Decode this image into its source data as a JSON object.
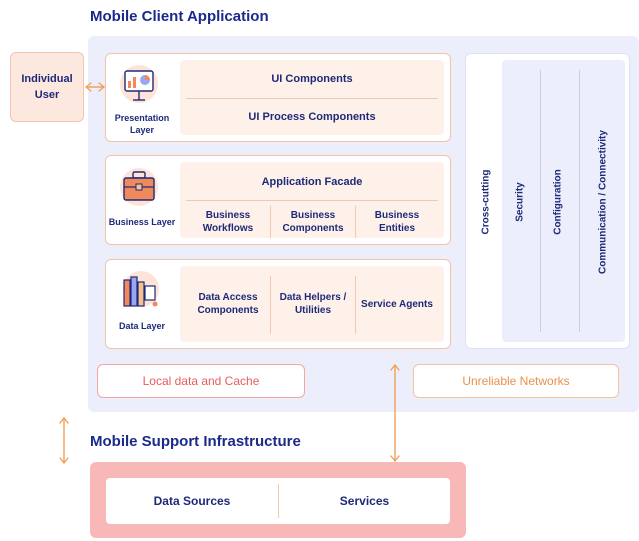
{
  "titles": {
    "app": "Mobile Client Application",
    "infra": "Mobile Support Infrastructure"
  },
  "user": {
    "label": "Individual User"
  },
  "layers": {
    "presentation": {
      "name": "Presentation Layer",
      "components": [
        "UI Components",
        "UI Process Components"
      ]
    },
    "business": {
      "name": "Business Layer",
      "facade": "Application Facade",
      "components": [
        "Business Workflows",
        "Business Components",
        "Business Entities"
      ]
    },
    "data": {
      "name": "Data Layer",
      "components": [
        "Data Access Components",
        "Data Helpers / Utilities",
        "Service Agents"
      ]
    }
  },
  "crosscutting": {
    "title": "Cross-cutting",
    "items": [
      "Security",
      "Configuration",
      "Communication / Connectivity"
    ]
  },
  "bottom": {
    "local": "Local data and Cache",
    "networks": "Unreliable Networks"
  },
  "infra": {
    "items": [
      "Data Sources",
      "Services"
    ]
  },
  "colors": {
    "title": "#1b2a8a",
    "arrow": "#f0a05a",
    "panel": "#eceefc",
    "infra_panel": "#f9b8b8",
    "local_text": "#e85d5d",
    "networks_text": "#e8914f"
  }
}
